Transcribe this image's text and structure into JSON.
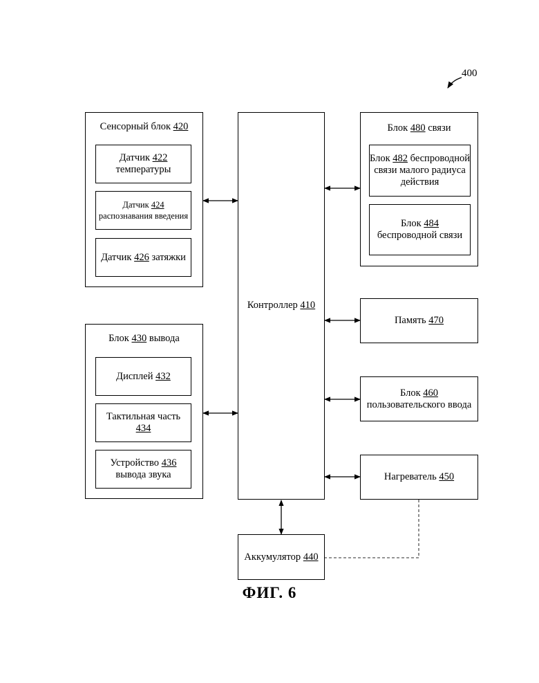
{
  "figure_ref": "400",
  "figure_caption": "ФИГ. 6",
  "controller": {
    "pre": "Контроллер ",
    "num": "410",
    "post": ""
  },
  "sensor_block": {
    "title": {
      "pre": "Сенсорный блок ",
      "num": "420",
      "post": ""
    },
    "items": [
      {
        "l1": {
          "pre": "Датчик ",
          "num": "422",
          "post": ""
        },
        "l2": "температуры"
      },
      {
        "l1": {
          "pre": "Датчик ",
          "num": "424",
          "post": ""
        },
        "l2": "распознавания введения"
      },
      {
        "l1": {
          "pre": "Датчик ",
          "num": "426",
          "post": " затяжки"
        }
      }
    ]
  },
  "output_block": {
    "title": {
      "pre": "Блок ",
      "num": "430",
      "post": " вывода"
    },
    "items": [
      {
        "l1": {
          "pre": "Дисплей ",
          "num": "432",
          "post": ""
        }
      },
      {
        "l1": {
          "pre": "Тактильная часть",
          "num": "",
          "post": ""
        },
        "l2num": "434"
      },
      {
        "l1": {
          "pre": "Устройство ",
          "num": "436",
          "post": ""
        },
        "l2": "вывода звука"
      }
    ]
  },
  "comm_block": {
    "title": {
      "pre": "Блок ",
      "num": "480",
      "post": " связи"
    },
    "items": [
      {
        "l1": {
          "pre": "Блок ",
          "num": "482",
          "post": " беспроводной"
        },
        "l2": "связи малого радиуса",
        "l3": "действия"
      },
      {
        "l1": {
          "pre": "Блок ",
          "num": "484",
          "post": ""
        },
        "l2": "беспроводной связи"
      }
    ]
  },
  "memory": {
    "pre": "Память ",
    "num": "470",
    "post": ""
  },
  "user_input": {
    "l1": {
      "pre": "Блок ",
      "num": "460",
      "post": ""
    },
    "l2": "пользовательского ввода"
  },
  "heater": {
    "pre": "Нагреватель ",
    "num": "450",
    "post": ""
  },
  "battery": {
    "pre": "Аккумулятор ",
    "num": "440",
    "post": ""
  }
}
